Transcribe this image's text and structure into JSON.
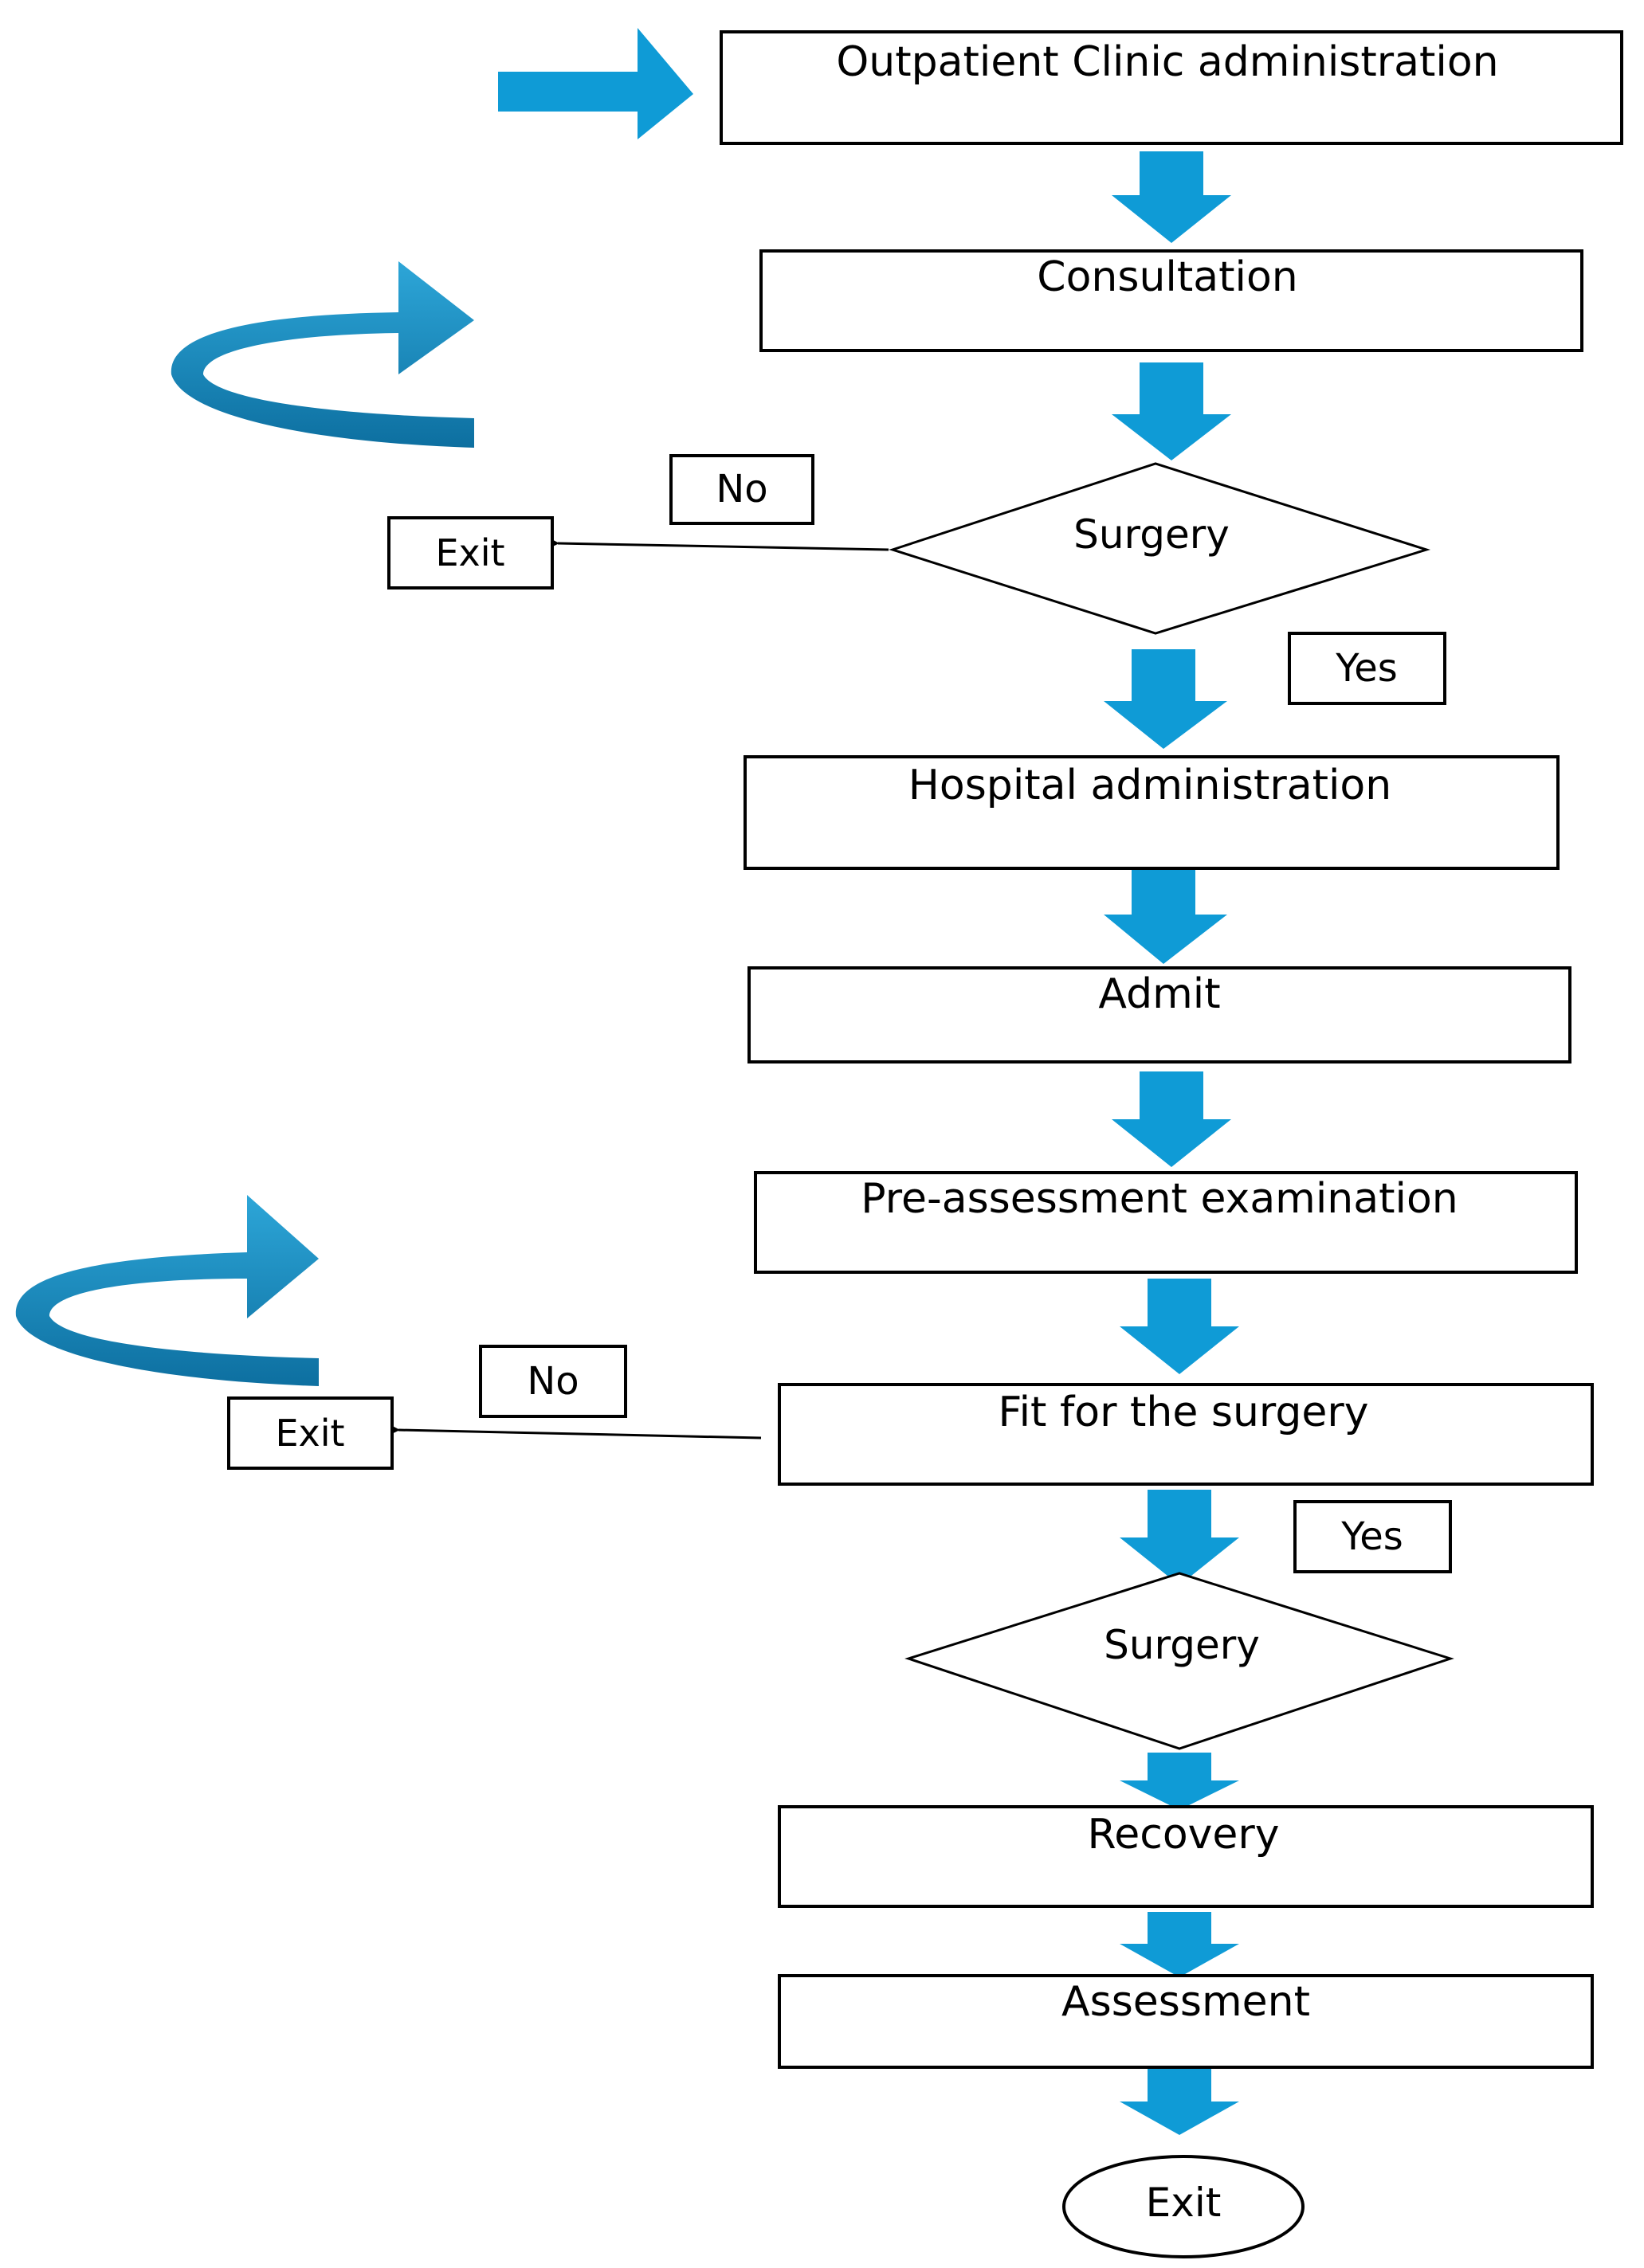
{
  "colors": {
    "arrow": "#0f9bd6",
    "arrow_dark": "#0b78a8",
    "curved_arrow_light": "#2da6d8",
    "curved_arrow_dark": "#0d6fa0",
    "line": "#000000"
  },
  "nodes": {
    "outpatient": "Outpatient Clinic administration",
    "consultation": "Consultation",
    "surgery_decision": "Surgery",
    "hospital_admin": "Hospital administration",
    "admit": "Admit",
    "pre_assessment": "Pre-assessment examination",
    "fit_for_surgery": "Fit for the surgery",
    "surgery": "Surgery",
    "recovery": "Recovery",
    "assessment": "Assessment",
    "final_exit": "Exit"
  },
  "branches": {
    "surgery_no": "No",
    "surgery_yes": "Yes",
    "surgery_exit": "Exit",
    "fit_no": "No",
    "fit_yes": "Yes",
    "fit_exit": "Exit"
  },
  "icons": {
    "entry": "right-block-arrow-icon",
    "flow": "down-block-arrow-icon",
    "return": "curved-return-arrow-icon"
  }
}
